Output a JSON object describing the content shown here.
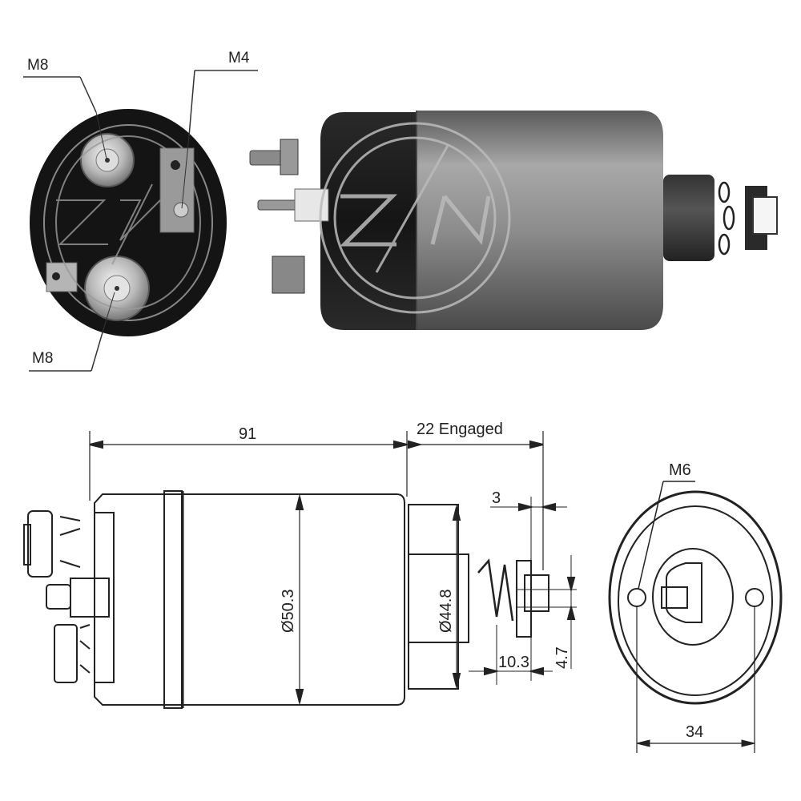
{
  "photo_end_view": {
    "labels": {
      "top_left": "M8",
      "top_right": "M4",
      "bottom_left": "M8"
    }
  },
  "photo_side_view": {
    "watermark": "ZM"
  },
  "drawing_side_view": {
    "overall_length": "91",
    "stroke": "22 Engaged",
    "body_diameter": "Ø50.3",
    "nose_diameter": "Ø44.8",
    "plunger_slot": "3",
    "plunger_length": "10.3",
    "plunger_hole": "4.7"
  },
  "drawing_end_view": {
    "thread": "M6",
    "hole_spacing": "34"
  },
  "colors": {
    "line": "#222222",
    "body_dark": "#1a1a1a",
    "body_metal": "#8a8a8a",
    "background": "#ffffff"
  }
}
